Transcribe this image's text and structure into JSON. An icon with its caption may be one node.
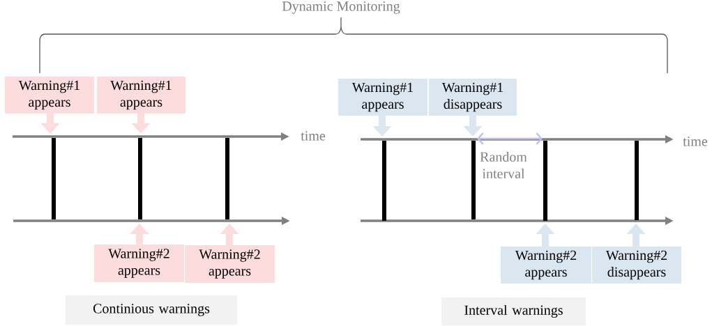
{
  "diagram": {
    "title": "Dynamic Monitoring",
    "nodes": [
      {
        "text": [
          "Warning#1 appears"
        ]
      },
      {
        "text": [
          "Warning#1 appears"
        ]
      },
      {
        "text": [
          "Warning#2 appears"
        ]
      },
      {
        "text": [
          "Warning#2 appears"
        ]
      },
      {
        "text": [
          "Continious warnings"
        ]
      },
      {
        "text": [
          "Warning#1 appears"
        ]
      },
      {
        "text": [
          "Warning#1 disappears"
        ]
      },
      {
        "text": [
          "Warning#2 appears"
        ]
      },
      {
        "text": [
          "Warning#2 disappears"
        ]
      },
      {
        "text": [
          "Interval warnings"
        ]
      }
    ],
    "edges": [
      {
        "from": 0,
        "to": null,
        "arrow": "to",
        "color": "#fcdcdc"
      },
      {
        "from": 1,
        "to": null,
        "arrow": "to",
        "color": "#fcdcdc"
      },
      {
        "from": 2,
        "to": null,
        "arrow": "to",
        "color": "#fcdcdc"
      },
      {
        "from": 3,
        "to": null,
        "arrow": "to",
        "color": "#fcdcdc"
      },
      {
        "from": 5,
        "to": null,
        "arrow": "to",
        "color": "#dae6f0"
      },
      {
        "from": 6,
        "to": null,
        "arrow": "to",
        "color": "#dae6f0"
      },
      {
        "from": 7,
        "to": null,
        "arrow": "to",
        "color": "#dae6f0"
      },
      {
        "from": 8,
        "to": null,
        "arrow": "to",
        "color": "#dae6f0"
      }
    ],
    "labels": [
      "time",
      "time",
      "Random interval"
    ]
  }
}
